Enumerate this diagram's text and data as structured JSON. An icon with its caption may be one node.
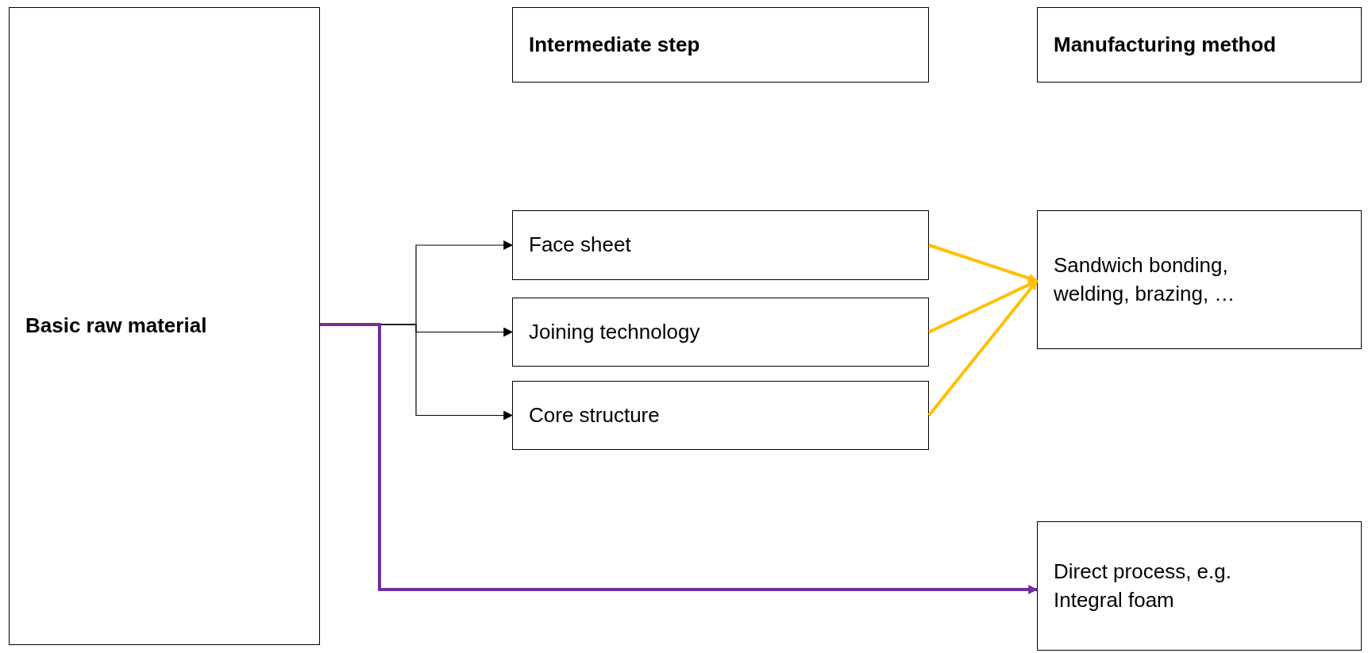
{
  "diagram": {
    "nodes": [
      {
        "text": [
          "Basic raw material"
        ]
      },
      {
        "text": [
          "Intermediate step"
        ]
      },
      {
        "text": [
          "Manufacturing method"
        ]
      },
      {
        "text": [
          "Face sheet"
        ]
      },
      {
        "text": [
          "Joining technology"
        ]
      },
      {
        "text": [
          "Core structure"
        ]
      },
      {
        "text": [
          "Sandwich bonding, welding, brazing, …"
        ]
      },
      {
        "text": [
          "Direct process, e.g. Integral foam"
        ]
      }
    ],
    "edges": [
      {
        "from": 0,
        "to": 3,
        "arrow": "to"
      },
      {
        "from": 0,
        "to": 4,
        "arrow": "to"
      },
      {
        "from": 0,
        "to": 5,
        "arrow": "to"
      },
      {
        "from": 0,
        "to": 7,
        "arrow": "to",
        "color": "#7030a0"
      },
      {
        "from": 3,
        "to": 6,
        "arrow": "to",
        "color": "#ffc000"
      },
      {
        "from": 4,
        "to": 6,
        "arrow": "to",
        "color": "#ffc000"
      },
      {
        "from": 5,
        "to": 6,
        "arrow": "to",
        "color": "#ffc000"
      }
    ]
  }
}
